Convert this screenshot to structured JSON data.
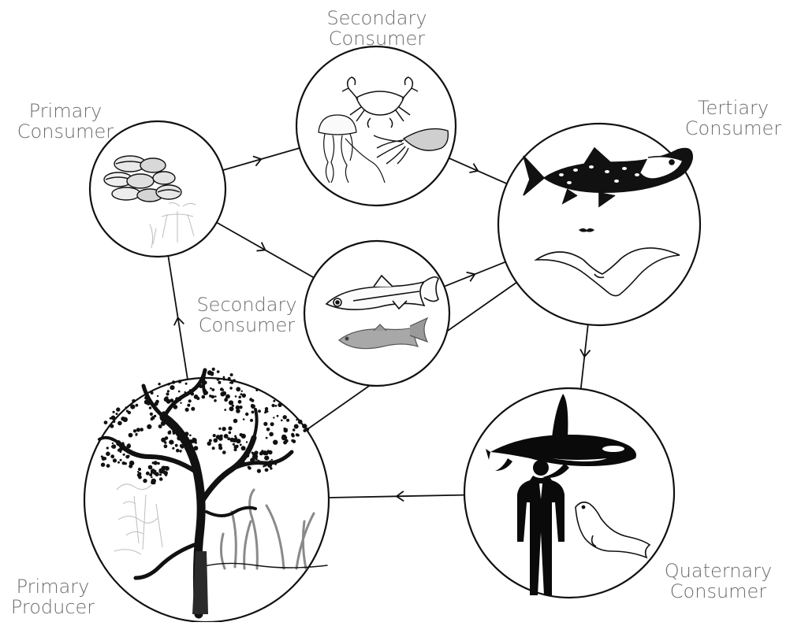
{
  "diagram": {
    "type": "food-web",
    "nodes": [
      {
        "id": "primary-producer",
        "label": [
          "Primary",
          "Producer"
        ],
        "organisms": [
          "tree",
          "kelp",
          "phytoplankton",
          "seagrass"
        ]
      },
      {
        "id": "primary-consumer",
        "label": [
          "Primary",
          "Consumer"
        ],
        "organisms": [
          "clams",
          "krill"
        ]
      },
      {
        "id": "secondary-consumer-top",
        "label": [
          "Secondary",
          "Consumer"
        ],
        "organisms": [
          "crab",
          "jellyfish",
          "squid"
        ]
      },
      {
        "id": "secondary-consumer-middle",
        "label": [
          "Secondary",
          "Consumer"
        ],
        "organisms": [
          "small-fish",
          "herring"
        ]
      },
      {
        "id": "tertiary-consumer",
        "label": [
          "Tertiary",
          "Consumer"
        ],
        "organisms": [
          "salmon",
          "seagull"
        ]
      },
      {
        "id": "quaternary-consumer",
        "label": [
          "Quaternary",
          "Consumer"
        ],
        "organisms": [
          "orca",
          "human",
          "seal"
        ]
      }
    ],
    "edges": [
      {
        "from": "primary-producer",
        "to": "primary-consumer"
      },
      {
        "from": "primary-consumer",
        "to": "secondary-consumer-top"
      },
      {
        "from": "primary-consumer",
        "to": "secondary-consumer-middle"
      },
      {
        "from": "secondary-consumer-top",
        "to": "tertiary-consumer"
      },
      {
        "from": "secondary-consumer-middle",
        "to": "tertiary-consumer"
      },
      {
        "from": "tertiary-consumer",
        "to": "primary-producer"
      },
      {
        "from": "tertiary-consumer",
        "to": "quaternary-consumer"
      },
      {
        "from": "quaternary-consumer",
        "to": "primary-producer"
      }
    ],
    "colors": {
      "line": "#111111",
      "label": "#6d6d6d",
      "silhouette": "#0a0a0a",
      "faint": "#b5b5b5"
    }
  }
}
